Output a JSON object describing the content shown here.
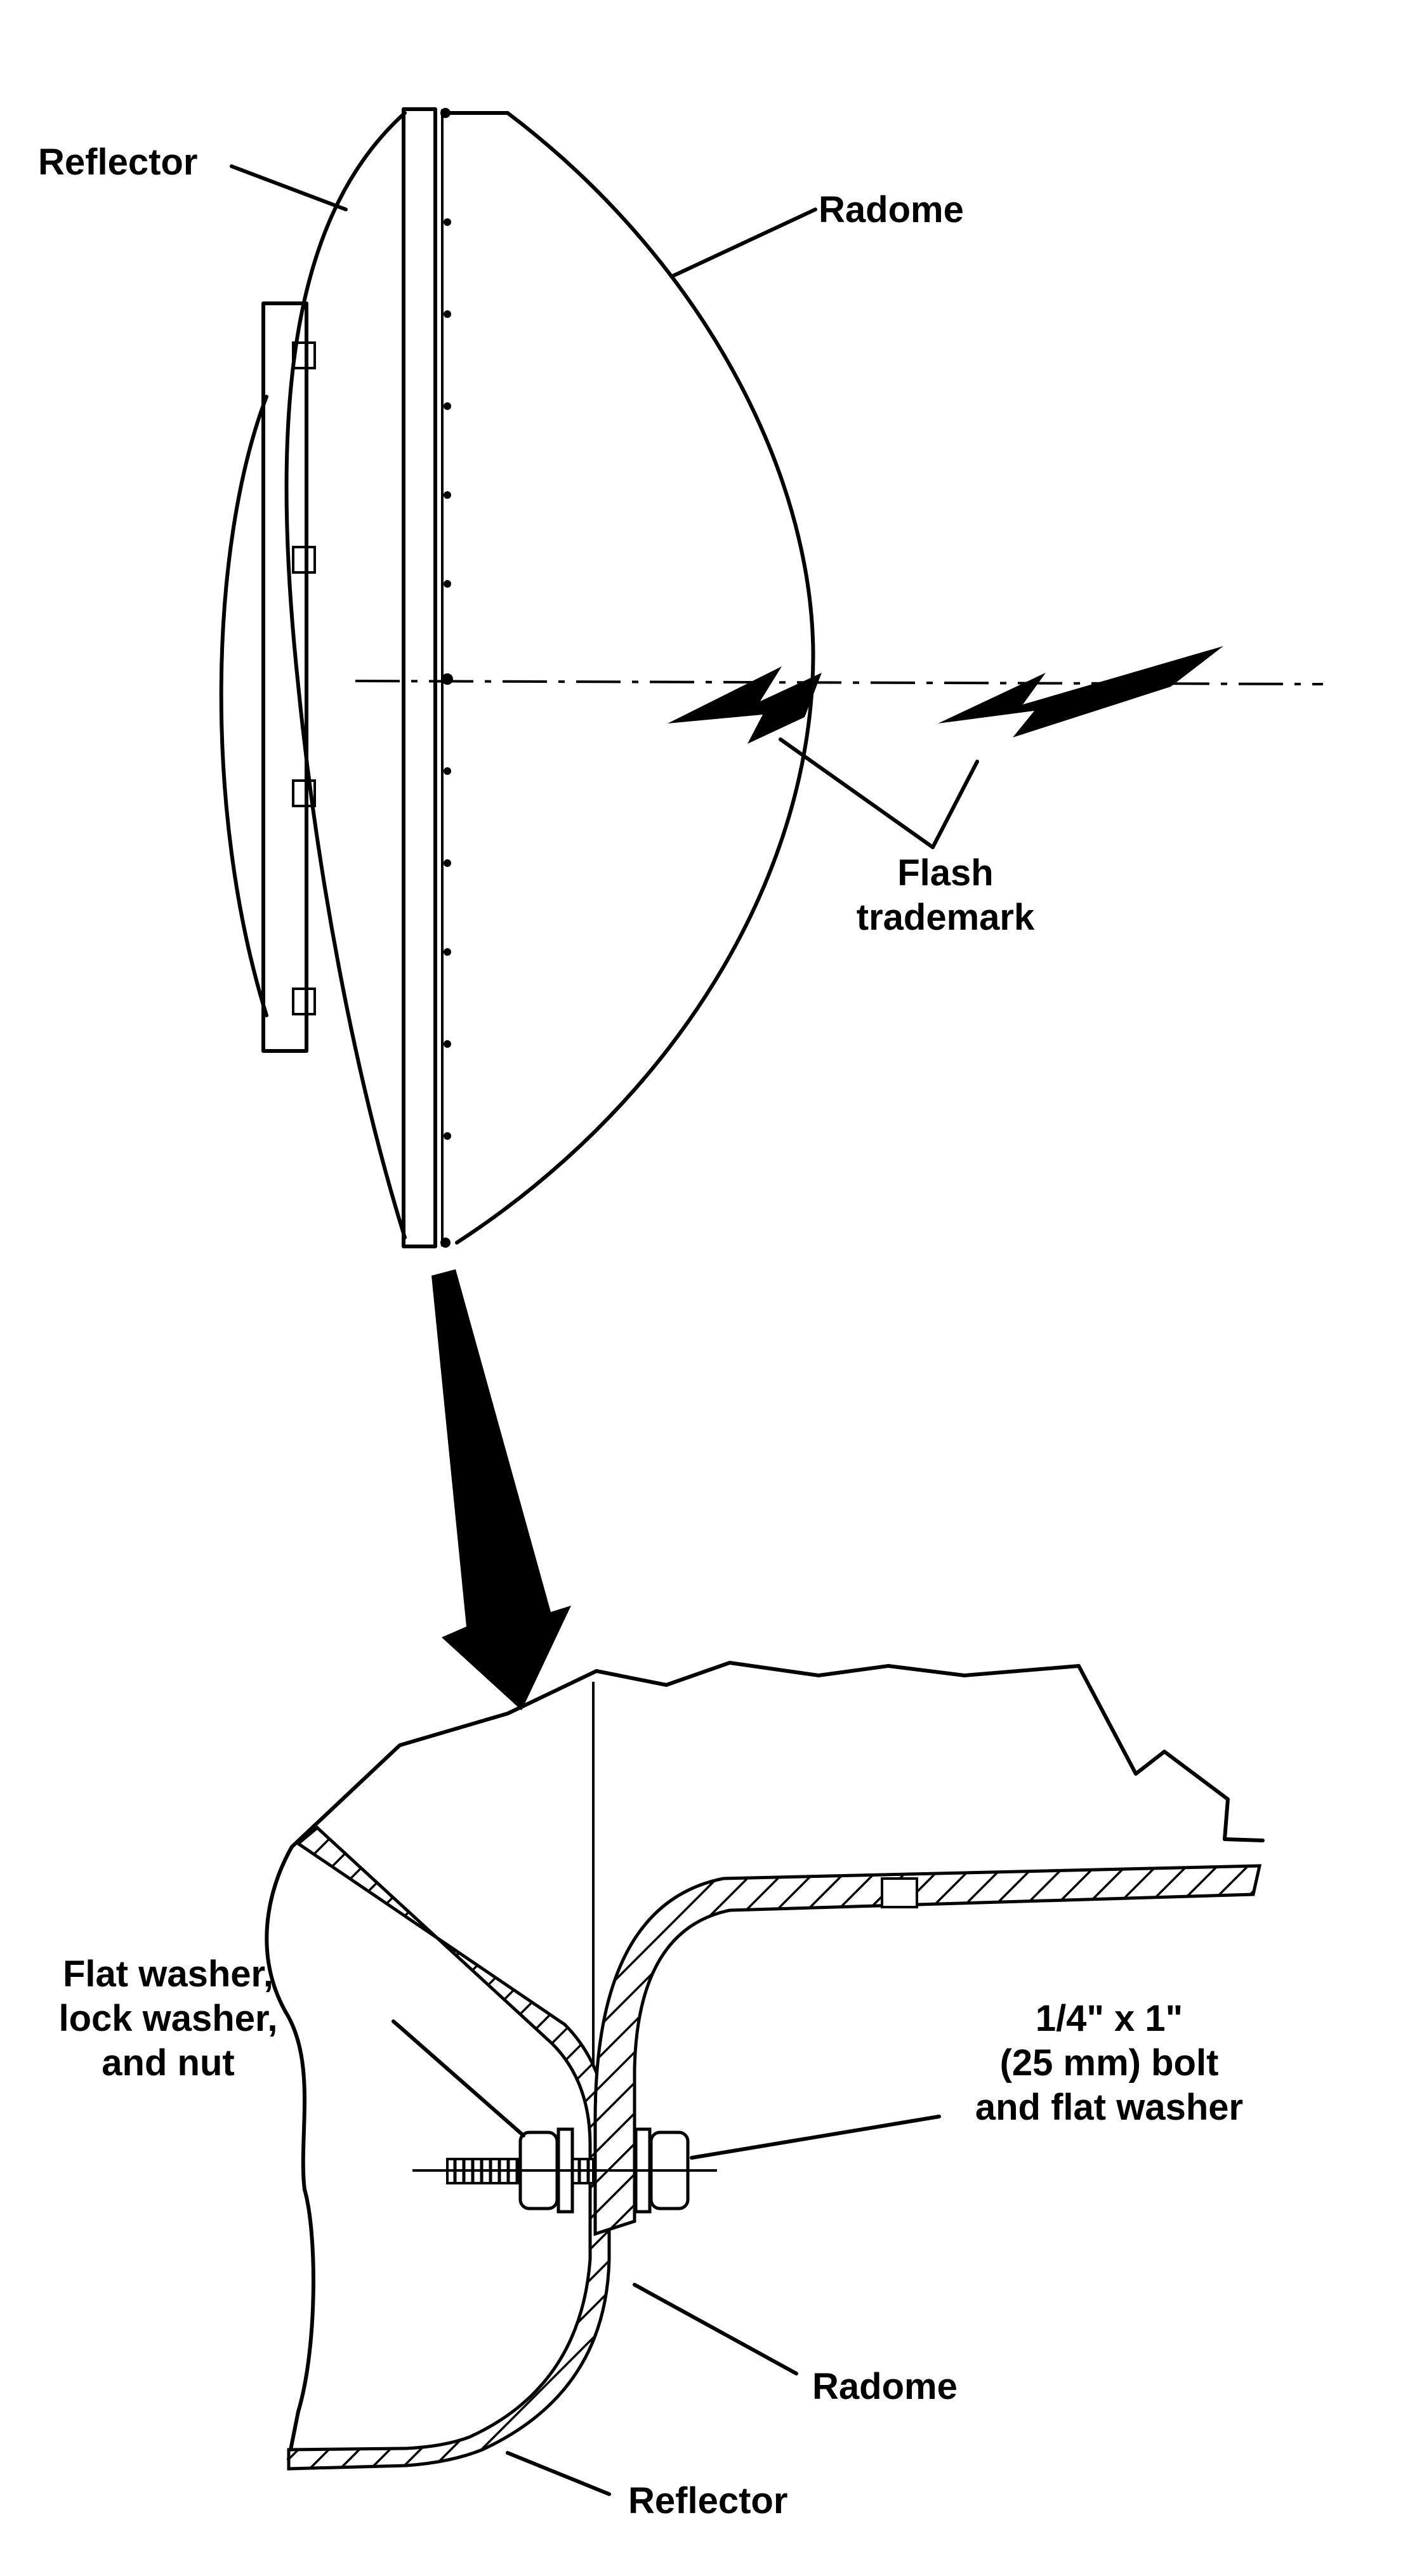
{
  "labels": {
    "top_reflector": "Reflector",
    "top_radome": "Radome",
    "flash_trademark_line1": "Flash",
    "flash_trademark_line2": "trademark",
    "washer_line1": "Flat washer,",
    "washer_line2": "lock washer,",
    "washer_line3": "and nut",
    "bolt_line1": "1/4\" x 1\"",
    "bolt_line2": "(25 mm) bolt",
    "bolt_line3": "and flat washer",
    "bottom_radome": "Radome",
    "bottom_reflector": "Reflector"
  },
  "colors": {
    "ink": "#000000",
    "paper": "#ffffff"
  }
}
